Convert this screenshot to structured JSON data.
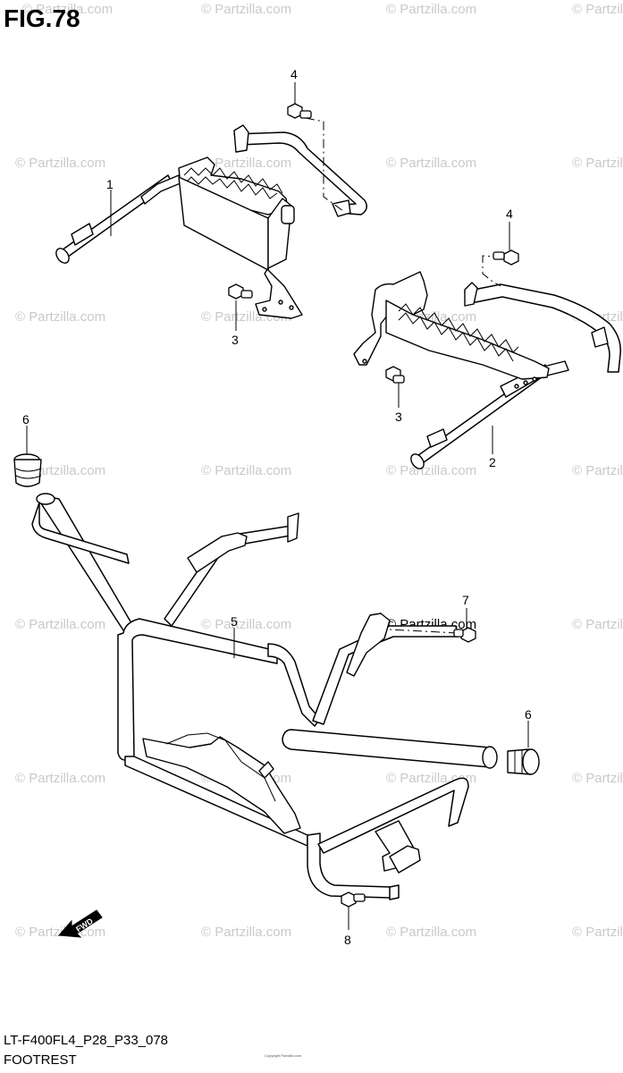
{
  "figure": {
    "title": "FIG.78",
    "code": "LT-F400FL4_P28_P33_078",
    "name": "FOOTREST"
  },
  "watermark": {
    "text": "© Partzilla.com",
    "fine_print": "Copyright Partzilla.com"
  },
  "fwd_label": "FWD",
  "callouts": {
    "c1": "1",
    "c2": "2",
    "c3a": "3",
    "c3b": "3",
    "c4a": "4",
    "c4b": "4",
    "c5": "5",
    "c6a": "6",
    "c6b": "6",
    "c7": "7",
    "c8": "8"
  }
}
